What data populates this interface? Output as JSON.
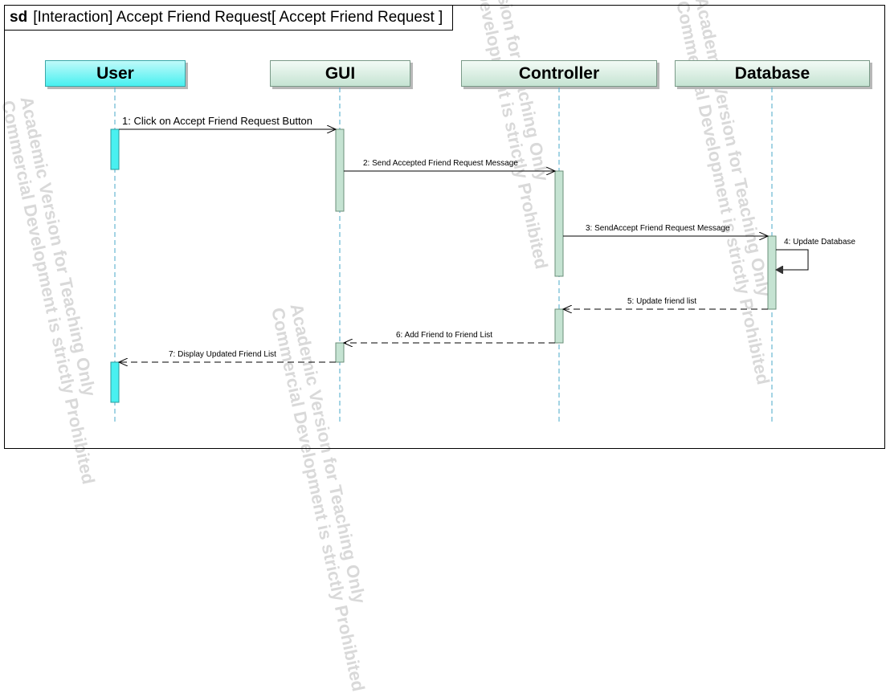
{
  "frame": {
    "keyword": "sd",
    "title": "[Interaction] Accept Friend Request[ Accept Friend Request ]"
  },
  "lifelines": [
    {
      "id": "user",
      "name": "User"
    },
    {
      "id": "gui",
      "name": "GUI"
    },
    {
      "id": "controller",
      "name": "Controller"
    },
    {
      "id": "database",
      "name": "Database"
    }
  ],
  "messages": [
    {
      "num": 1,
      "label": "1:  Click on Accept Friend Request Button",
      "from": "user",
      "to": "gui",
      "kind": "sync"
    },
    {
      "num": 2,
      "label": "2:  Send Accepted Friend Request Message",
      "from": "gui",
      "to": "controller",
      "kind": "sync"
    },
    {
      "num": 3,
      "label": "3:  SendAccept Friend Request Message",
      "from": "controller",
      "to": "database",
      "kind": "sync"
    },
    {
      "num": 4,
      "label": "4:  Update Database",
      "from": "database",
      "to": "database",
      "kind": "self"
    },
    {
      "num": 5,
      "label": "5:  Update friend list",
      "from": "database",
      "to": "controller",
      "kind": "reply"
    },
    {
      "num": 6,
      "label": "6:  Add Friend to Friend List",
      "from": "controller",
      "to": "gui",
      "kind": "reply"
    },
    {
      "num": 7,
      "label": "7:  Display Updated Friend List",
      "from": "gui",
      "to": "user",
      "kind": "reply"
    }
  ],
  "watermark": {
    "line1": "Academic Version for Teaching Only",
    "line2": "Commercial Development is strictly Prohibited"
  },
  "colors": {
    "user_fill": "#49f0f0",
    "activation_green": "#c5e3d2",
    "activation_cyan": "#49f0f0",
    "lifeline_dash": "#4aa8c8"
  }
}
